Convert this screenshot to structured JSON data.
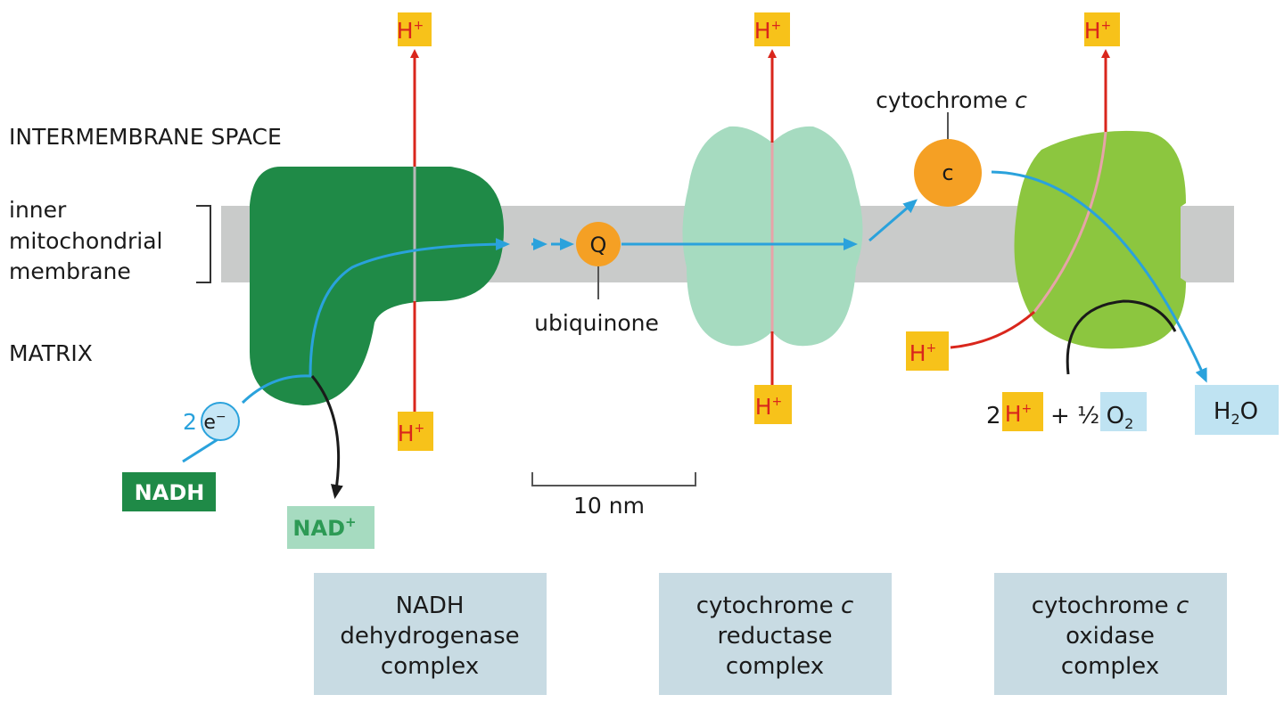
{
  "regions": {
    "intermembrane_space": "INTERMEMBRANE SPACE",
    "membrane_line1": "inner",
    "membrane_line2": "mitochondrial",
    "membrane_line3": "membrane",
    "matrix": "MATRIX"
  },
  "proton": {
    "symbol": "H",
    "charge": "+"
  },
  "electron": {
    "count": "2",
    "symbol": "e",
    "charge": "−"
  },
  "nadh": {
    "label": "NADH",
    "nad_plus": "NAD",
    "nad_charge": "+"
  },
  "ubiquinone": {
    "symbol": "Q",
    "label": "ubiquinone"
  },
  "cytochrome_c": {
    "symbol": "c",
    "label": "cytochrome",
    "label_italic": "c"
  },
  "scale_bar": {
    "label": "10 nm"
  },
  "reaction": {
    "coef": "2",
    "plus_half": "+ ½",
    "oxygen": "O",
    "oxygen_sub": "2",
    "water": "H",
    "water_sub": "2",
    "water_o": "O"
  },
  "complexes": [
    {
      "line1": "NADH",
      "line2": "dehydrogenase",
      "line3": "complex"
    },
    {
      "line1": "cytochrome ",
      "line1_italic": "c",
      "line2": "reductase",
      "line3": "complex"
    },
    {
      "line1": "cytochrome ",
      "line1_italic": "c",
      "line2": "oxidase",
      "line3": "complex"
    }
  ],
  "colors": {
    "membrane": "#c9cbca",
    "complex1": "#1f8a47",
    "complex2": "#a6dbc0",
    "complex3": "#8cc63f",
    "proton_box": "#f7c21a",
    "proton_text": "#d9261c",
    "electron_path": "#2aa2dc",
    "orange_carrier": "#f5a024",
    "label_box": "#c8dbe3"
  }
}
